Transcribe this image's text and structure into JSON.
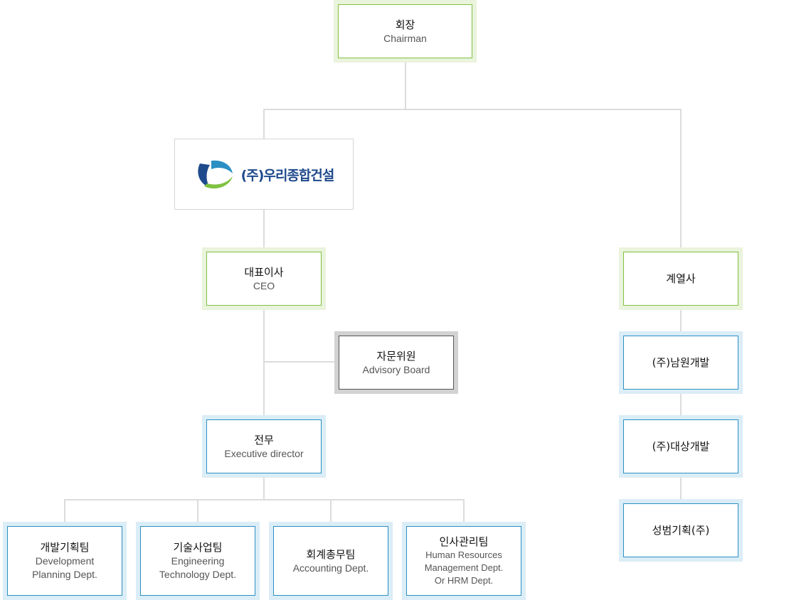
{
  "chairman": {
    "ko": "회장",
    "en": "Chairman"
  },
  "company_logo": {
    "text": "(주)우리종합건설",
    "brand_color": "#1f4a8c",
    "accent_color": "#7fc241"
  },
  "ceo": {
    "ko": "대표이사",
    "en": "CEO"
  },
  "advisory": {
    "ko": "자문위원",
    "en": "Advisory Board"
  },
  "executive": {
    "ko": "전무",
    "en": "Executive director"
  },
  "departments": [
    {
      "ko": "개발기획팀",
      "en1": "Development",
      "en2": "Planning Dept."
    },
    {
      "ko": "기술사업팀",
      "en1": "Engineering",
      "en2": "Technology Dept."
    },
    {
      "ko": "회계총무팀",
      "en1": "Accounting Dept.",
      "en2": ""
    },
    {
      "ko": "인사관리팀",
      "en1": "Human Resources",
      "en2": "Management Dept.",
      "en3": "Or HRM Dept."
    }
  ],
  "affiliates": {
    "title": "계열사",
    "items": [
      "(주)남원개발",
      "(주)대상개발",
      "성범기획(주)"
    ]
  },
  "colors": {
    "green_border": "#7fc241",
    "blue_border": "#2b8fc4",
    "green_frame": "#eaf3dc",
    "blue_frame": "#dbedf6",
    "gray_frame": "#d2d2d2"
  }
}
